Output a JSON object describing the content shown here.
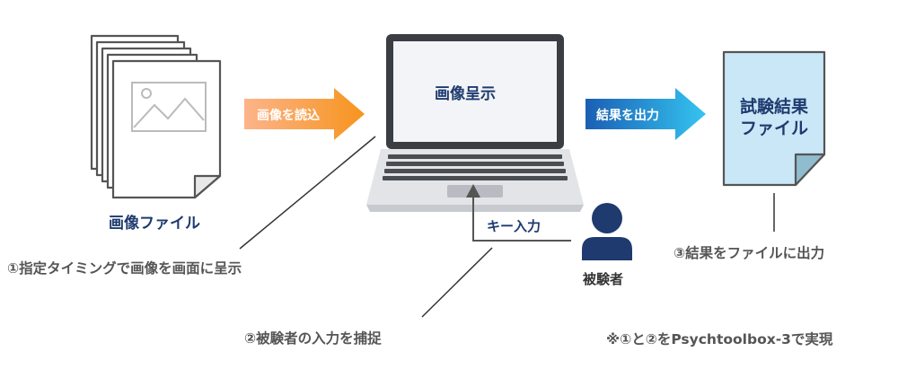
{
  "image_files": {
    "label": "画像ファイル",
    "icon": "image-stack-icon"
  },
  "arrow_load": {
    "label": "画像を読込",
    "color_start": "#fcb48a",
    "color_end": "#f7941d"
  },
  "laptop": {
    "screen_label": "画像呈示",
    "icon": "laptop-icon"
  },
  "arrow_output": {
    "label": "結果を出力",
    "color_start": "#1a5fb4",
    "color_end": "#35c4f0"
  },
  "result_file": {
    "line1": "試験結果",
    "line2": "ファイル",
    "color": "#c9e7f7",
    "icon": "document-icon"
  },
  "key_input": {
    "label": "キー入力"
  },
  "subject": {
    "label": "被験者",
    "icon": "person-icon",
    "color": "#1e3a6e"
  },
  "annotations": {
    "step1": "①指定タイミングで画像を画面に呈示",
    "step2": "②被験者の入力を捕捉",
    "step3": "③結果をファイルに出力",
    "note": "※①と②をPsychtoolbox-3で実現"
  }
}
